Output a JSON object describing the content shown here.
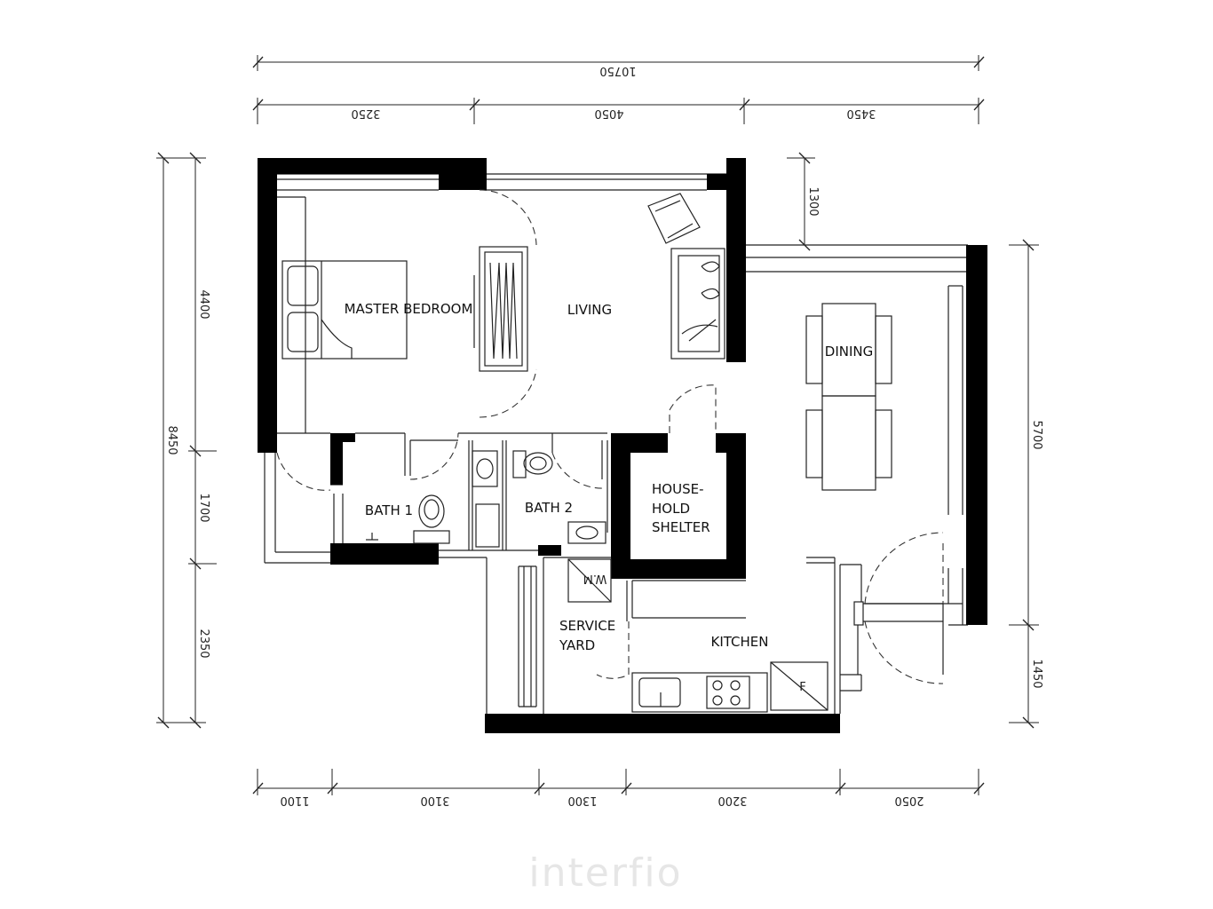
{
  "rooms": {
    "master_bedroom": "MASTER BEDROOM",
    "living": "LIVING",
    "dining": "DINING",
    "bath_1": "BATH 1",
    "bath_2": "BATH 2",
    "household_shelter": [
      "HOUSE-",
      "HOLD",
      "SHELTER"
    ],
    "service_yard": [
      "SERVICE",
      "YARD"
    ],
    "kitchen": "KITCHEN"
  },
  "fixtures": {
    "washing_machine": "W.M",
    "fridge": "F"
  },
  "dimensions": {
    "top_overall": "10750",
    "top_segments": [
      "3250",
      "4050",
      "3450"
    ],
    "left_overall": "8450",
    "left_segments": [
      "4400",
      "1700",
      "2350"
    ],
    "right_top": "1300",
    "right_segments": [
      "5700",
      "1450"
    ],
    "bottom_segments": [
      "1100",
      "3100",
      "1300",
      "3200",
      "2050"
    ]
  },
  "watermark": "interfio"
}
